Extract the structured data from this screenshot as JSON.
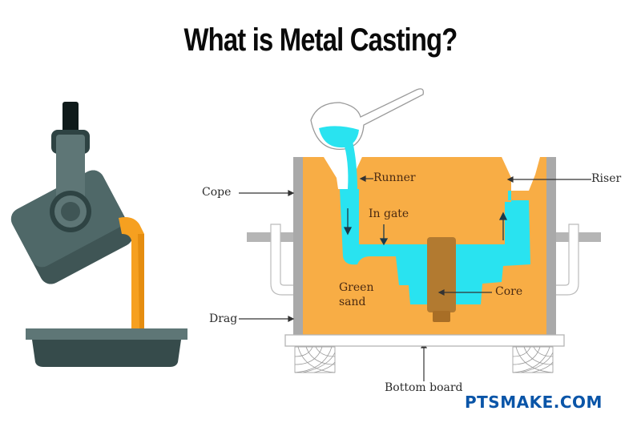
{
  "title": "What is Metal Casting?",
  "labels": {
    "cope": "Cope",
    "runner": "Runner",
    "riser": "Riser",
    "in_gate": "In gate",
    "green_sand_line1": "Green",
    "green_sand_line2": "sand",
    "core": "Core",
    "drag": "Drag",
    "bottom_board": "Bottom board"
  },
  "brand": "PTSMAKE.COM",
  "colors": {
    "sand": "#f8ad45",
    "molten_metal": "#29e3f0",
    "core": "#b27a30",
    "flask": "#a9a9a9",
    "crucible": "#4f6565",
    "pour": "#f6a020",
    "brand": "#0a55a8"
  }
}
